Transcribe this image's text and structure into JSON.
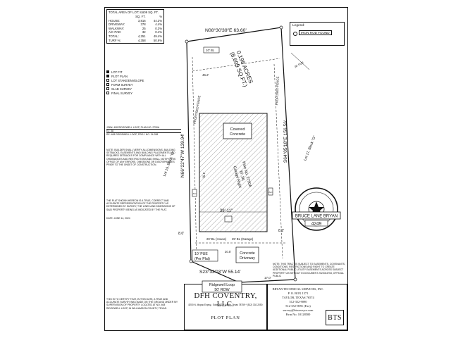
{
  "area_table": {
    "title": "TOTAL AREA OF LOT: 8,609 SQ. FT.",
    "headers": [
      "",
      "SQ. FT.",
      "%"
    ],
    "rows": [
      [
        "HOUSE:",
        "3,816",
        "44.3%"
      ],
      [
        "DRIVEWAY:",
        "378",
        "4.4%"
      ],
      [
        "WALKWAY:",
        "25",
        "0.3%"
      ],
      [
        "A/C PAD:",
        "32",
        "0.4%"
      ],
      [
        "TOTAL:",
        "4,251",
        "49.4%"
      ],
      [
        "TURF %:",
        "4,358",
        "50.6%"
      ]
    ]
  },
  "legend": {
    "title": "Legend:",
    "symbol_label": "IRON ROD FOUND",
    "symbol_icon": "iron-rod-circle-icon"
  },
  "checklist": [
    {
      "label": "LOT FIT",
      "checked": true
    },
    {
      "label": "PLOT PLAN",
      "checked": true
    },
    {
      "label": "LOT STAKE/ENVELOPE",
      "checked": false
    },
    {
      "label": "FORM SURVEY",
      "checked": false
    },
    {
      "label": "SLAB SURVEY",
      "checked": false
    },
    {
      "label": "FINAL SURVEY",
      "checked": false
    }
  ],
  "job_info": {
    "line1": "JOB#: 408 RIDGEWELL LOOP, PLAN NO. 2790A",
    "line2": "EL: 3A",
    "line3": "RE: 408 RIDGEWELL LOOP, PROJ. NO. 24-338"
  },
  "builder_note": "NOTE: BUILDER SHALL VERIFY ALL DIMENSIONS, BUILDING SETBACKS, EASEMENTS AND BUILDING PLACEMENTS AND REQUIRED SETBACKS FOR COMPLIANCE WITH ALL ORDINANCES AND RESTRICTIONS AND SHALL NOTIFY THIS OFFICE OF ANY ERRORS, OMISSIONS OR DISCREPANCIES PRIOR TO THE ONSET OF CONSTRUCTION.",
  "certification": {
    "text": "THE PLAT SHOWN HEREON IS A TRUE, CORRECT AND ACCURATE REPRESENTATION OF THE PROPERTY AS DETERMINED BY SURVEY, THE LINES AND DIMENSIONS OF SAID PROPERTY BEING AS INDICATED BY THE PLAT.",
    "date": "DATE: JUNE 14, 2024"
  },
  "flood_note": "THIS IS TO CERTIFY THAT, IN THIS DATE, A TRUE AND ACCURATE SURVEY WAS MADE ON THE GROUND UNDER MY SUPERVISION OF PROPERTY LOCATED AT NO. 408 RIDGEWELL LOOP, IN WILLIAMSON COUNTY, TEXAS.",
  "right_note": "NOTE: THIS TRACT IS SUBJECT TO EASEMENTS, COVENANTS, CONDITIONS, RESTRICTIONS AND RIGHT TO CREATE ADDITIONAL PUBLIC UTILITY EASEMENTS ACROSS SUBJECT PROPERTY AS SET OUT IN DOCUMENT 2022044753, OFFICIAL PUBLIC",
  "title_block": {
    "company": "DFH COVENTRY, LLC.",
    "address": "8200 N. Mopac Expwy., Suite 300, * Austin, Texas 78759 * (512) 302-2050",
    "sheet_title": "PLOT PLAN"
  },
  "surveyor": {
    "lines": [
      "BRYAN TECHNICAL SERVICES, INC.",
      "P. O. BOX 1571",
      "TAYLOR, TEXAS 76574",
      "512-352-9090",
      "512-352-9091 (Fax)",
      "survey@btsurveyor.com",
      "Firm No. 10128500"
    ],
    "logo": "BTS",
    "seal_name": "BRUCE LANE BRYAN",
    "seal_number": "4249"
  },
  "plan": {
    "north_bearing": "N08°30'39\"E  63.60'",
    "south_bearing": "S23°32'03\"W  55.14'",
    "west_bearing": "N66°22'47\"W  139.94'",
    "east_bearing": "S64°05'18\"E  156.56'",
    "acreage": "0.198 ACRES",
    "sqft": "(8,609 SQ.FT.)",
    "covered_top": "Covered\nConcrete",
    "covered_top_l1": "Covered",
    "covered_top_l2": "Concrete",
    "plan_label_l1": "Plan No. 2790A",
    "plan_label_l2": "El: 3A",
    "plan_label_l3": "Garage Right",
    "concrete_drive_l1": "Concrete",
    "concrete_drive_l2": "Driveway",
    "bl_label": "20' BL (House)",
    "bl_label_2": "25' BL (Garage)",
    "pue_l1": "10' PUE",
    "pue_l2": "(Per Plat)",
    "road_l1": "Ridgewell Loop",
    "road_l2": "50' ROW",
    "dim_width": "39'-11\"",
    "dim_front": "20.5'",
    "dim_left": "8.0'",
    "dim_right": "8.2'",
    "dim_back": "75.1'",
    "dim_17": "17.0'",
    "dim_10_bl": "10' BL",
    "lot_left": "Lot 19, Block \"G\"",
    "lot_right": "Lot 17, Block \"G\"",
    "fence_left": "PROPOSED FENCE",
    "fence_right": "PROPOSED FENCE",
    "dim_46": "46.2'",
    "dim_pole": "20' PUE",
    "ac_label": "A/C",
    "ac_label_2": "A/C"
  }
}
